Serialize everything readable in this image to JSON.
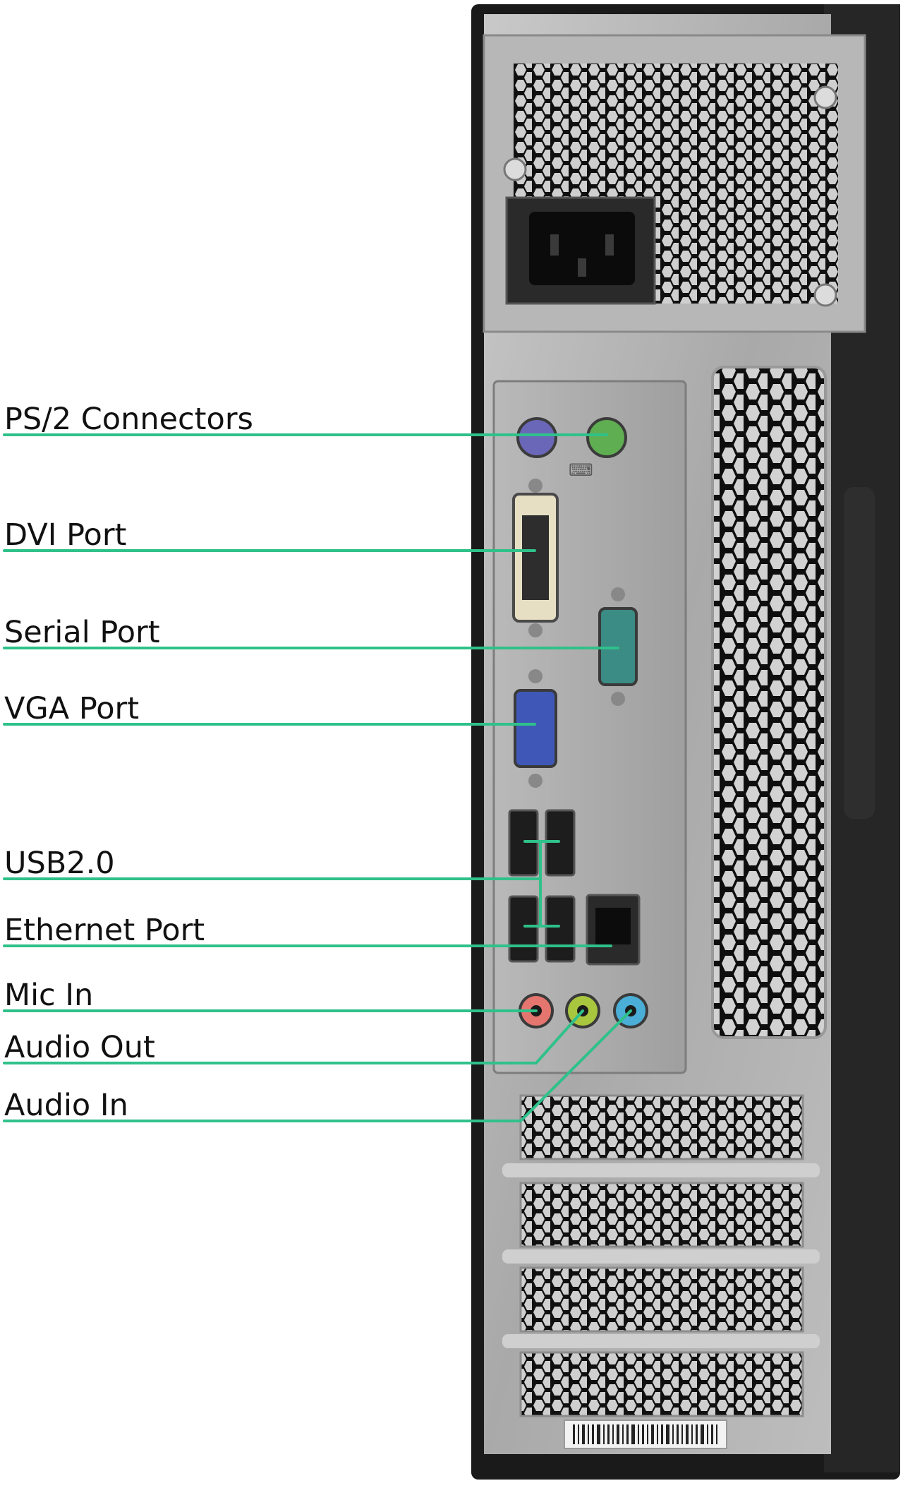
{
  "diagram": {
    "subject": "Desktop tower rear I/O panel",
    "accent_color": "#2fc18a",
    "labels": {
      "ps2": "PS/2 Connectors",
      "dvi": "DVI Port",
      "serial": "Serial Port",
      "vga": "VGA Port",
      "usb": "USB2.0",
      "ethernet": "Ethernet Port",
      "mic": "Mic In",
      "audio_out": "Audio Out",
      "audio_in": "Audio In"
    },
    "port_colors": {
      "ps2_keyboard": "#6a66b8",
      "ps2_mouse": "#5fae52",
      "vga": "#3f58b8",
      "serial": "#3a8c84",
      "mic": "#e5766f",
      "audio_out": "#a9c63f",
      "audio_in": "#4aaed6"
    }
  }
}
